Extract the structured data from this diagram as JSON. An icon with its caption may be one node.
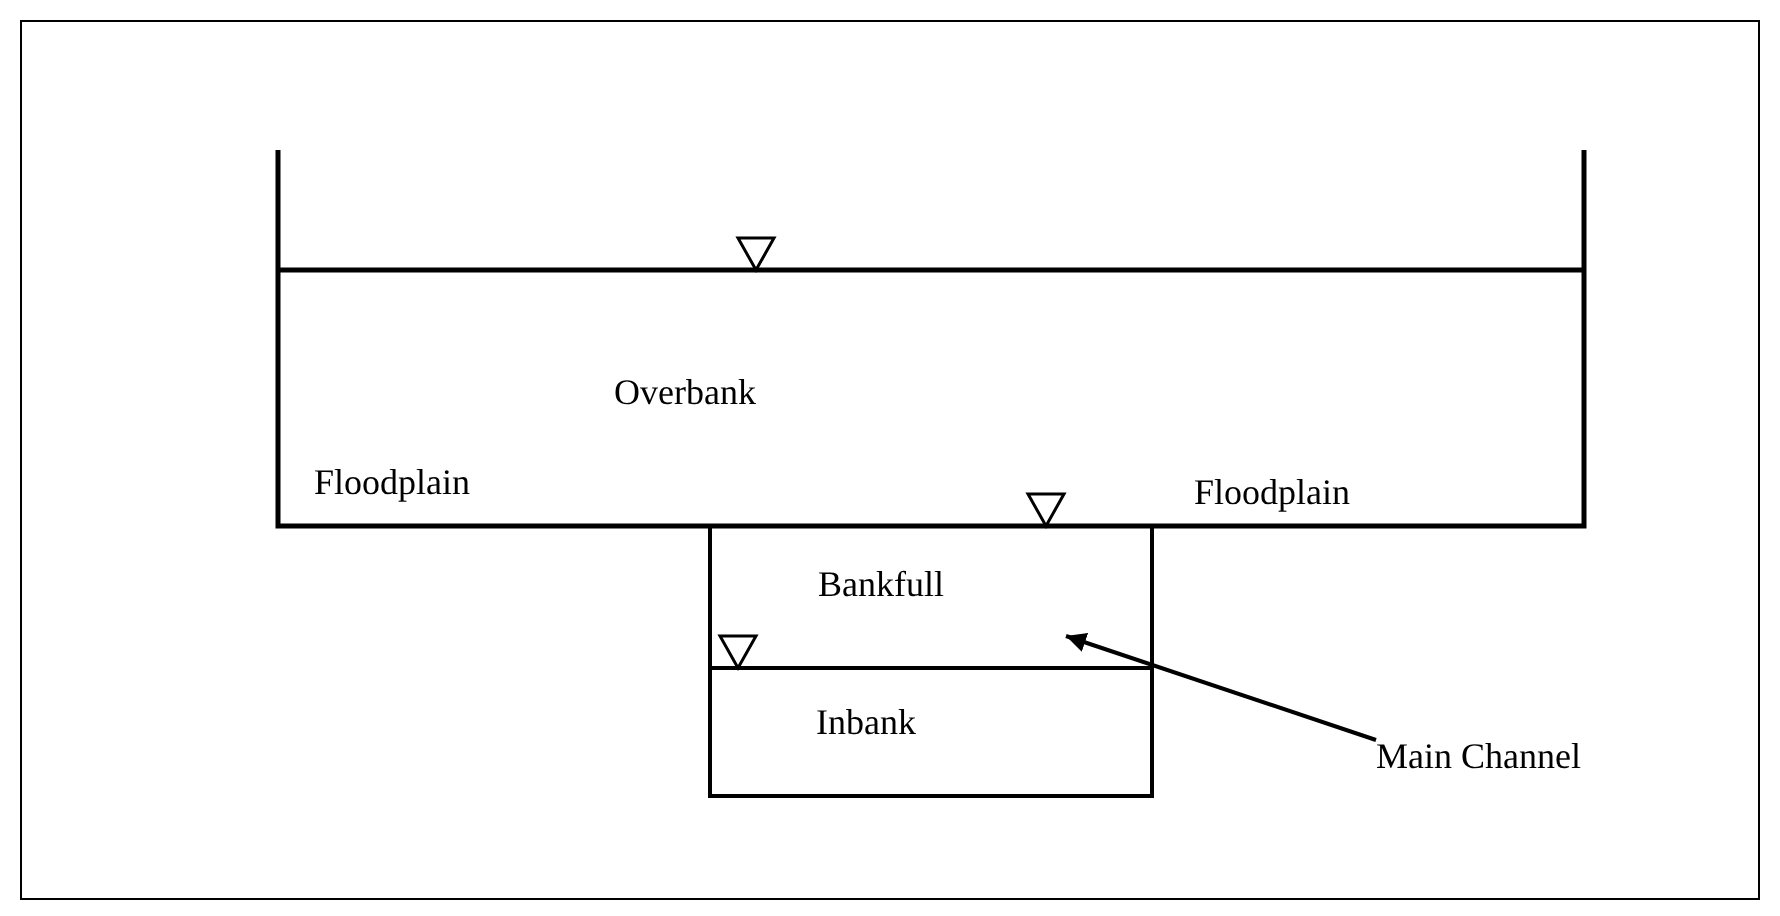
{
  "diagram": {
    "nodes": [
      {
        "text": [
          "Main Channel"
        ]
      },
      {
        "text": [],
        "shape": "box"
      }
    ],
    "edges": [
      {
        "from": 0,
        "to": 1,
        "arrow": "to"
      }
    ],
    "labels": [
      "Overbank",
      "Floodplain",
      "Floodplain",
      "Bankfull",
      "Inbank"
    ]
  }
}
